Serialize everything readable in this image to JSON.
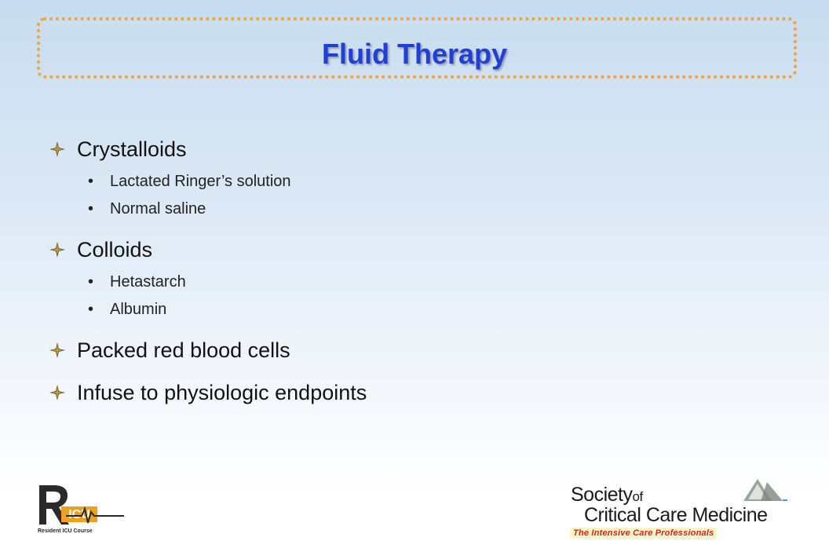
{
  "slide": {
    "title": "Fluid Therapy",
    "bullets": [
      {
        "text": "Crystalloids",
        "sub": [
          "Lactated Ringer’s solution",
          "Normal saline"
        ]
      },
      {
        "text": "Colloids",
        "sub": [
          "Hetastarch",
          "Albumin"
        ]
      },
      {
        "text": "Packed red blood cells",
        "sub": []
      },
      {
        "text": "Infuse to physiologic endpoints",
        "sub": []
      }
    ],
    "sub_bullet_symbol": "•"
  },
  "logos": {
    "ricu": {
      "letters": "ICU",
      "caption": "Resident ICU Course"
    },
    "sccm": {
      "line1": "Society",
      "line1_small": "of",
      "line2": "Critical Care Medicine",
      "tagline": "The Intensive Care Professionals"
    }
  },
  "colors": {
    "title": "#1f3fd6",
    "frame_border": "#f2a23a",
    "bullet_icon": "#6b5a2a",
    "tagline": "#cc2222"
  },
  "icons": {
    "bullet": "four-point-star-icon"
  }
}
